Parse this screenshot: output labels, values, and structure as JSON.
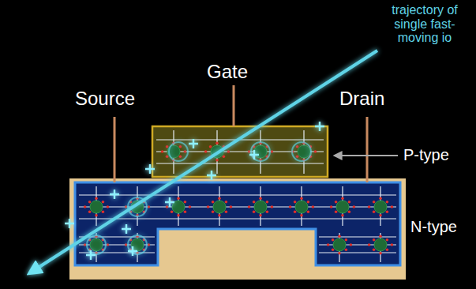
{
  "diagram": {
    "labels": [
      "trajectory of single fast-moving io",
      "Gate",
      "Source",
      "Drain",
      "P-type",
      "N-type"
    ]
  }
}
